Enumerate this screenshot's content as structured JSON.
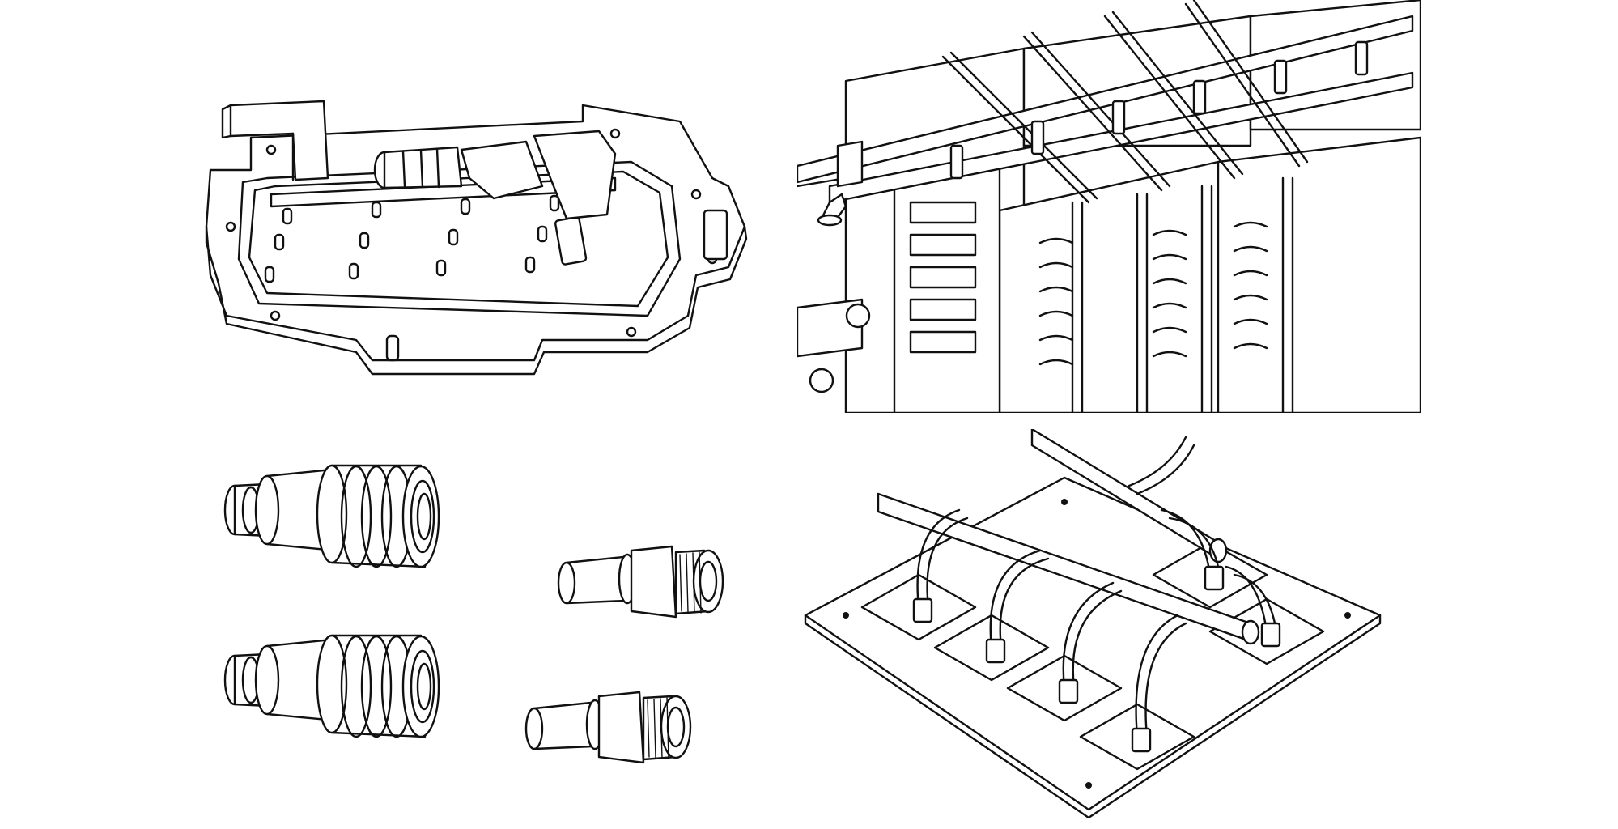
{
  "panels": [
    {
      "id": "cold-plate",
      "icon": "cold-plate-illustration"
    },
    {
      "id": "server-rack-manifold",
      "icon": "rack-cooling-illustration"
    },
    {
      "id": "quick-disconnect-couplings",
      "icon": "coupling-illustration"
    },
    {
      "id": "multi-plate-manifold",
      "icon": "manifold-illustration"
    }
  ],
  "colors": {
    "line": "#111111",
    "background": "#ffffff"
  }
}
